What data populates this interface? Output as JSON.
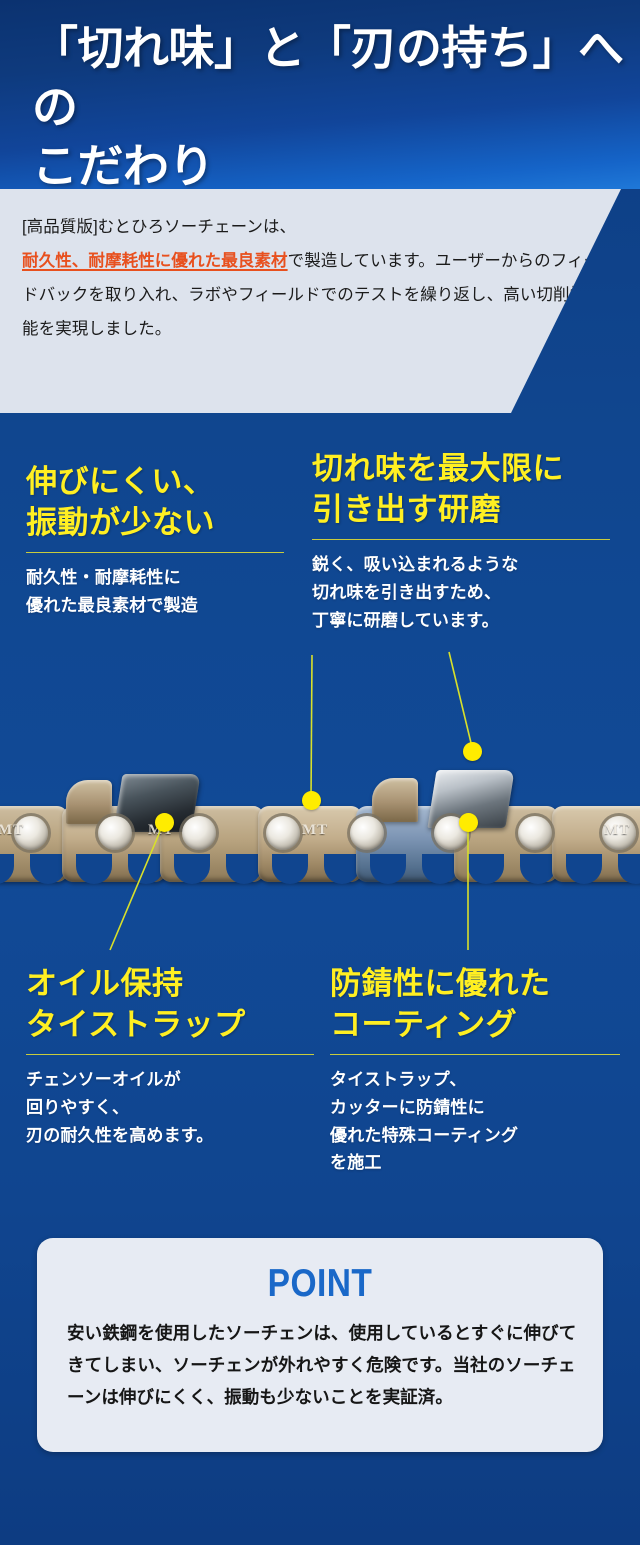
{
  "header": {
    "title": "「切れ味」と「刃の持ち」への\nこだわり"
  },
  "intro": {
    "lead": "[高品質版]むとひろソーチェーンは、",
    "highlight": "耐久性、耐摩耗性に優れた最良素材",
    "rest": "で製造しています。ユーザーからのフィードバックを取り入れ、ラボやフィールドでのテストを繰り返し、高い切削性能を実現しました。",
    "highlight_color": "#e8501e"
  },
  "features": [
    {
      "id": "durability",
      "title": "伸びにくい、\n振動が少ない",
      "body": "耐久性・耐摩耗性に\n優れた最良素材で製造"
    },
    {
      "id": "sharpening",
      "title": "切れ味を最大限に\n引き出す研磨",
      "body": "鋭く、吸い込まれるような\n切れ味を引き出すため、\n丁寧に研磨しています。"
    },
    {
      "id": "oil",
      "title": "オイル保持\nタイストラップ",
      "body": "チェンソーオイルが\n回りやすく、\n刃の耐久性を高めます。"
    },
    {
      "id": "coating",
      "title": "防錆性に優れた\nコーティング",
      "body": "タイストラップ、\nカッターに防錆性に\n優れた特殊コーティング\nを施工"
    }
  ],
  "product_photo": {
    "brand_mark": "MT",
    "callout_dot_color": "#ffec00"
  },
  "point": {
    "label": "POINT",
    "body": "安い鉄鋼を使用したソーチェンは、使用しているとすぐに伸びてきてしまい、ソーチェンが外れやすく危険です。当社のソーチェーンは伸びにくく、振動も少ないことを実証済。",
    "label_color": "#1a68c8"
  },
  "theme": {
    "bg_blue": "#10458f",
    "header_blue_dark": "#0b3270",
    "header_blue_light": "#1f78d8",
    "accent_yellow": "#ffef22",
    "rule_olive": "#c9cc3d",
    "panel_gray": "#dde3ed"
  }
}
